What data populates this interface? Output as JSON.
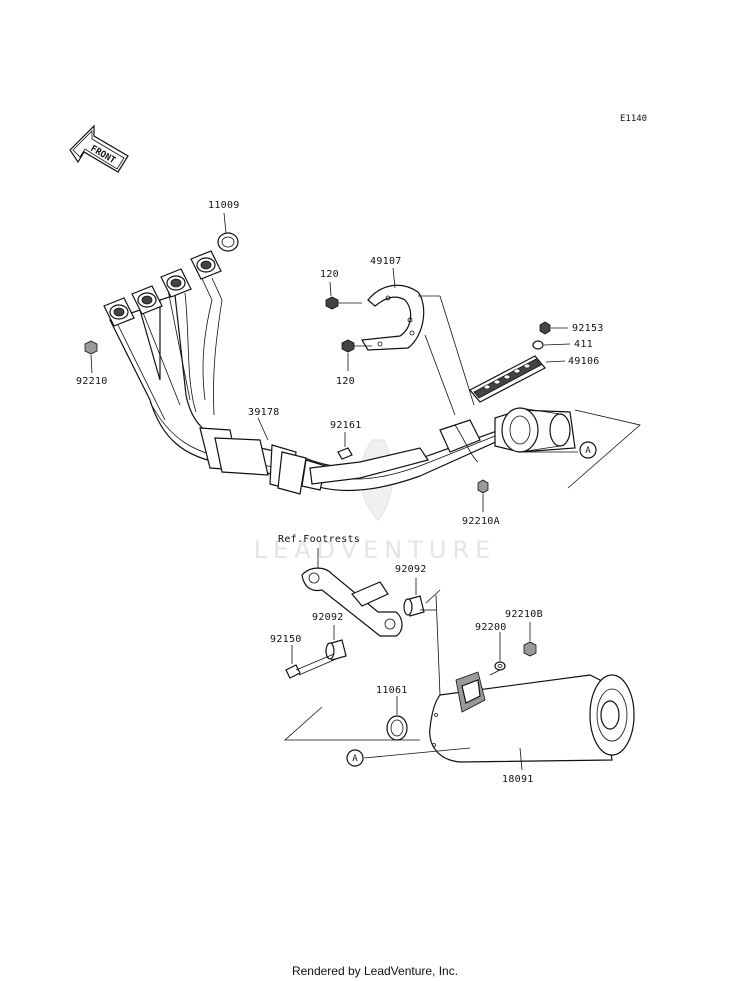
{
  "diagram_code": "E1140",
  "front_arrow_text": "FRONT",
  "watermark": "LEADVENTURE",
  "footer_text": "Rendered by LeadVenture, Inc.",
  "parts": {
    "p11009": "11009",
    "p92210": "92210",
    "p39178": "39178",
    "p120_top": "120",
    "p120_bottom": "120",
    "p49107": "49107",
    "p92153": "92153",
    "p411": "411",
    "p49106": "49106",
    "p92161": "92161",
    "p92210A": "92210A",
    "ref_footrests": "Ref.Footrests",
    "p92092_top": "92092",
    "p92092_left": "92092",
    "p92150": "92150",
    "p92200": "92200",
    "p92210B": "92210B",
    "p11061": "11061",
    "p18091": "18091"
  },
  "callouts": {
    "a_top": "A",
    "a_bottom": "A"
  }
}
